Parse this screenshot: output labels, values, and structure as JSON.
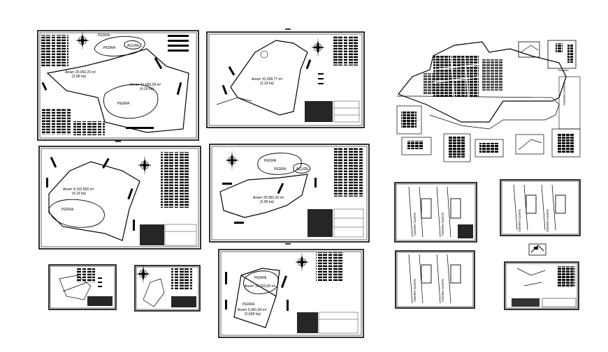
{
  "labels": {
    "pedra": "PEDRA",
    "acude": "AÇUDE",
    "situacao": "Situação",
    "street": "SANTO AMARO"
  },
  "areas": {
    "s1_a": "Area= 29.952,20 m²",
    "s1_a_ha": "(2,99 ha)",
    "s1_b": "Area= 41.696,28 m²",
    "s1_b_ha": "(4,19 ha)",
    "s2": "Area= 31.928,77 m²",
    "s2_ha": "(3,19 ha)",
    "s3": "Area= 4.191.556 m²",
    "s3_ha": "(4,19 ha)",
    "s4": "Area= 29.952,20 m²",
    "s4_ha": "(2,99 ha)",
    "s5_a": "Area= 10.015,00 m²",
    "s5_b": "Area= 6.381,64 m²",
    "s5_b_ha": "(0,638 ha)"
  },
  "colors": {
    "ink": "#000000",
    "paper": "#ffffff"
  },
  "icons": [
    "north-arrow-icon",
    "compass-rose-icon"
  ]
}
